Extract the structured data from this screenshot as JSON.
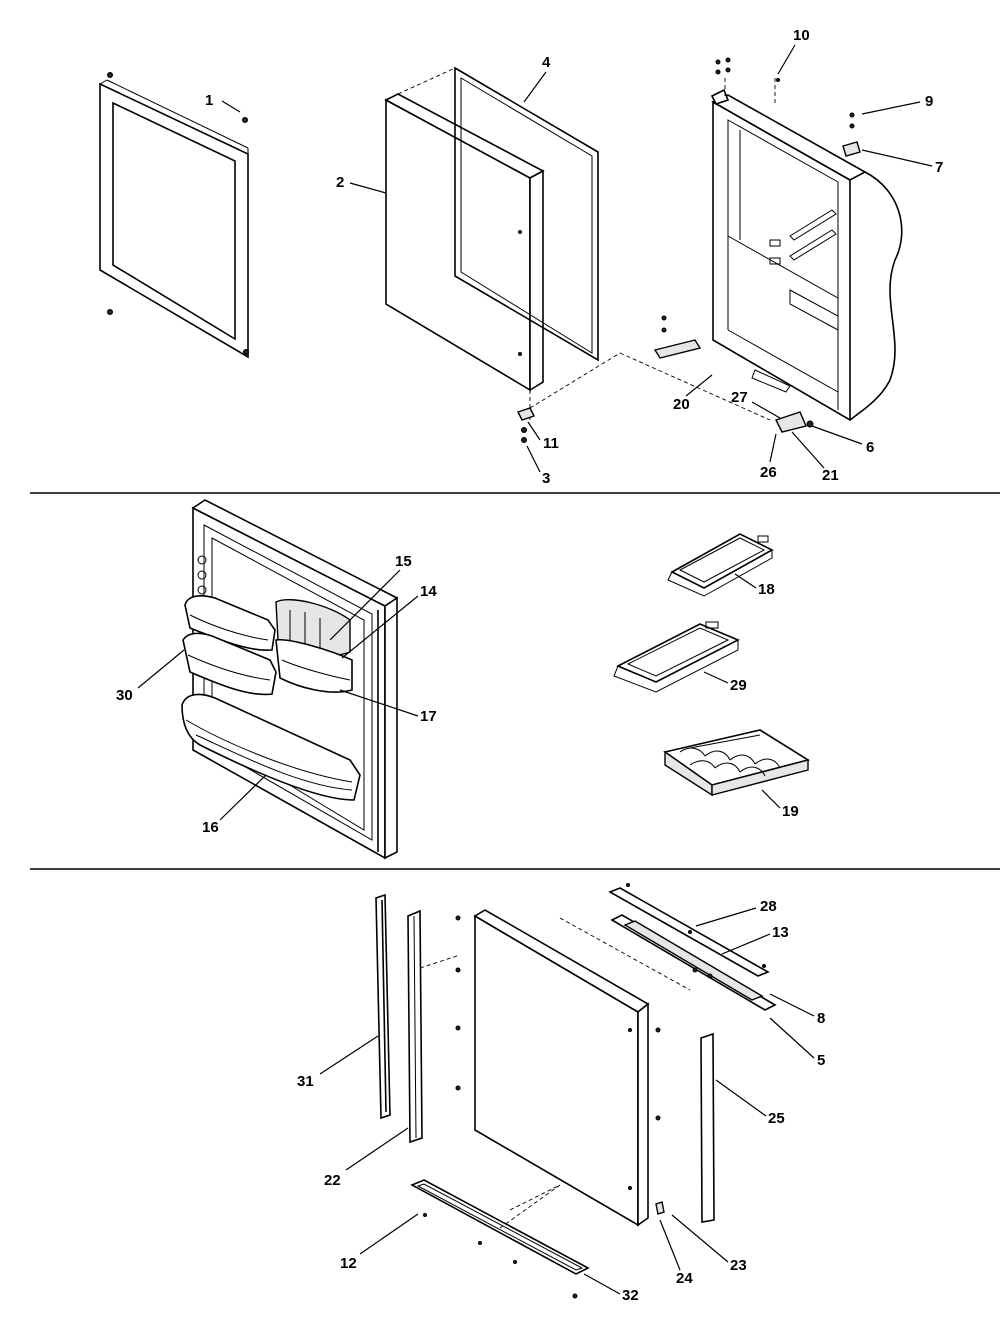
{
  "callouts": {
    "c1": "1",
    "c2": "2",
    "c3": "3",
    "c4": "4",
    "c5": "5",
    "c6": "6",
    "c7": "7",
    "c8": "8",
    "c9": "9",
    "c10": "10",
    "c11": "11",
    "c12": "12",
    "c13": "13",
    "c14": "14",
    "c15": "15",
    "c16": "16",
    "c17": "17",
    "c18": "18",
    "c19": "19",
    "c20": "20",
    "c21": "21",
    "c22": "22",
    "c23": "23",
    "c24": "24",
    "c25": "25",
    "c26": "26",
    "c27": "27",
    "c28": "28",
    "c29": "29",
    "c30": "30",
    "c31": "31",
    "c32": "32"
  }
}
